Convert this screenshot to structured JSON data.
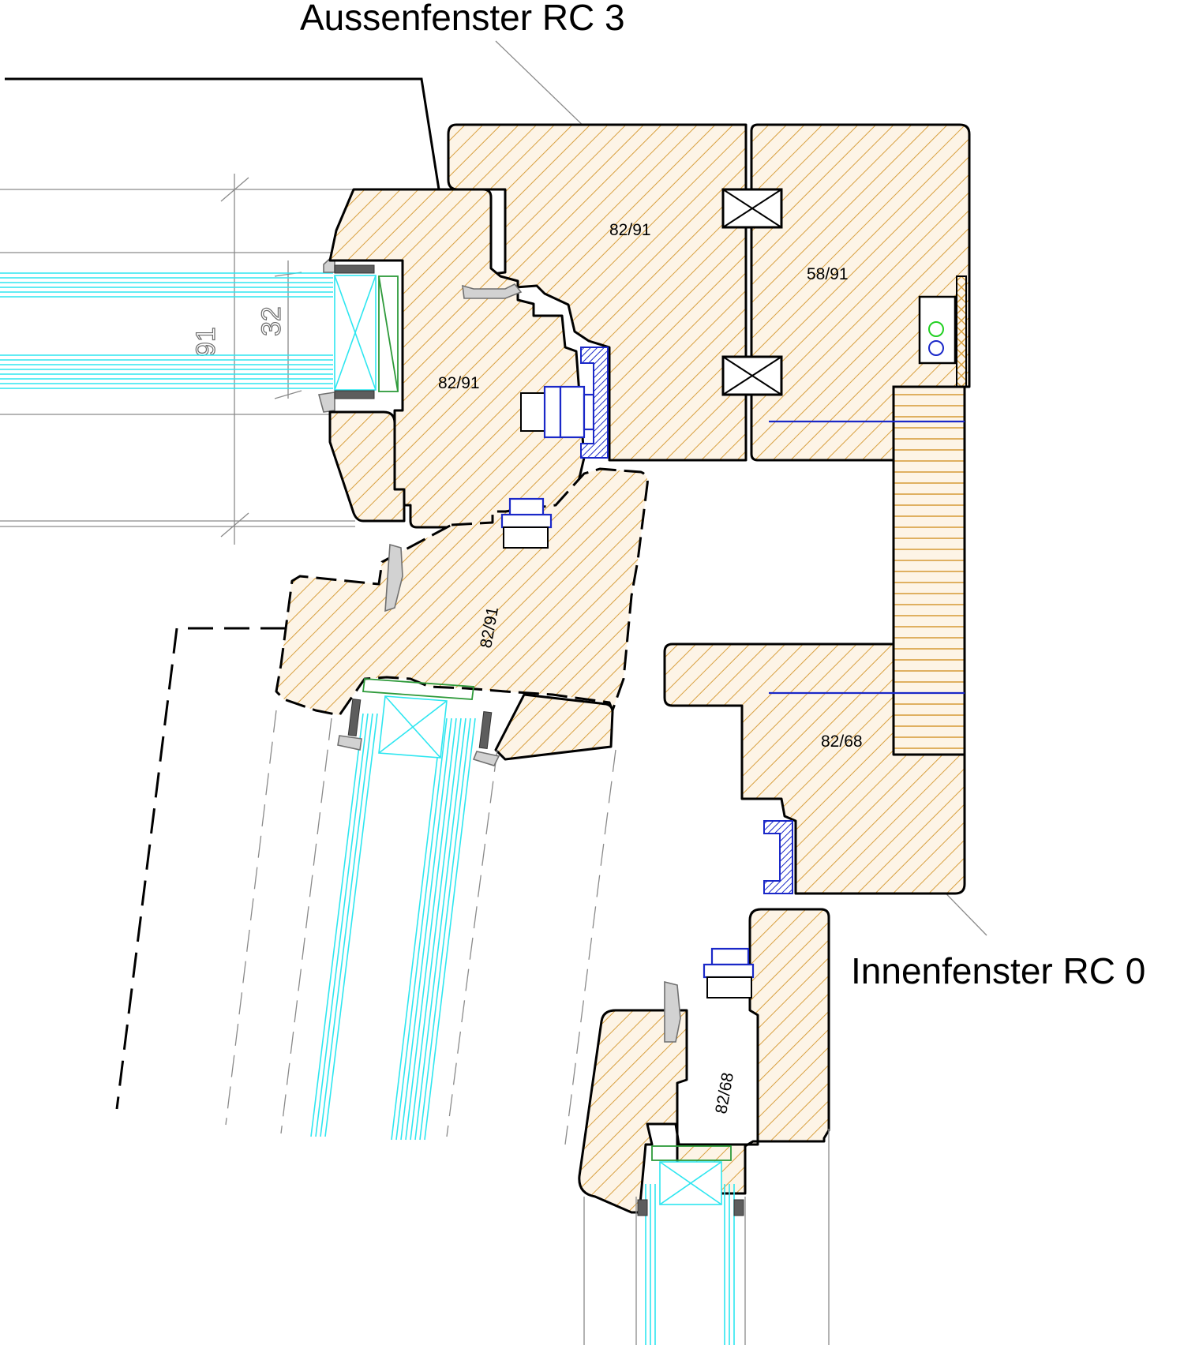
{
  "labels": {
    "outer_window": "Aussenfenster RC 3",
    "inner_window": "Innenfenster RC 0"
  },
  "sections": {
    "outer_frame_top": "82/91",
    "outer_frame_mid": "82/91",
    "outer_sash": "82/91",
    "casing": "58/91",
    "inner_frame": "82/68",
    "inner_sash": "82/68"
  },
  "dimensions": {
    "overall": "91",
    "glass": "32"
  },
  "colors": {
    "wood_hatch": "#d8a040",
    "glass": "#2ee6f0",
    "hardware": "#1a28c8",
    "spacer": "#2e9a3a"
  }
}
